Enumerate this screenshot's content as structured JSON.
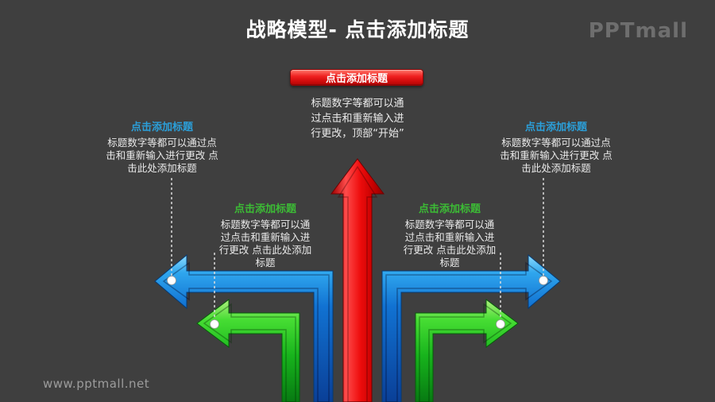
{
  "slide": {
    "title": "战略模型- 点击添加标题",
    "brand_logo": "PPTmall",
    "watermark": "www.pptmall.net",
    "background_color": "#3F3F3F"
  },
  "top_callout": {
    "button_label": "点击添加标题",
    "button_color": "#D40E0E",
    "body": "标题数字等都可以通\n过点击和重新输入进\n行更改，顶部“开始”"
  },
  "callouts": [
    {
      "id": "left-blue",
      "heading": "点击添加标题",
      "heading_color": "#2B9FD9",
      "body": "标题数字等都可以通过点\n击和重新输入进行更改 点\n击此处添加标题"
    },
    {
      "id": "right-blue",
      "heading": "点击添加标题",
      "heading_color": "#2B9FD9",
      "body": "标题数字等都可以通过点\n击和重新输入进行更改 点\n击此处添加标题"
    },
    {
      "id": "left-green",
      "heading": "点击添加标题",
      "heading_color": "#3CBB35",
      "body": "标题数字等都可以通\n过点击和重新输入进\n行更改 点击此处添加\n标题"
    },
    {
      "id": "right-green",
      "heading": "点击添加标题",
      "heading_color": "#3CBB35",
      "body": "标题数字等都可以通\n过点击和重新输入进\n行更改 点击此处添加\n标题"
    }
  ],
  "arrows": {
    "up_arrow_color": "#E20A0A",
    "side_arrow_color_blue": "#1579D6",
    "side_arrow_color_green": "#1EBF1E",
    "connector_dot_color": "#FFFFFF"
  }
}
